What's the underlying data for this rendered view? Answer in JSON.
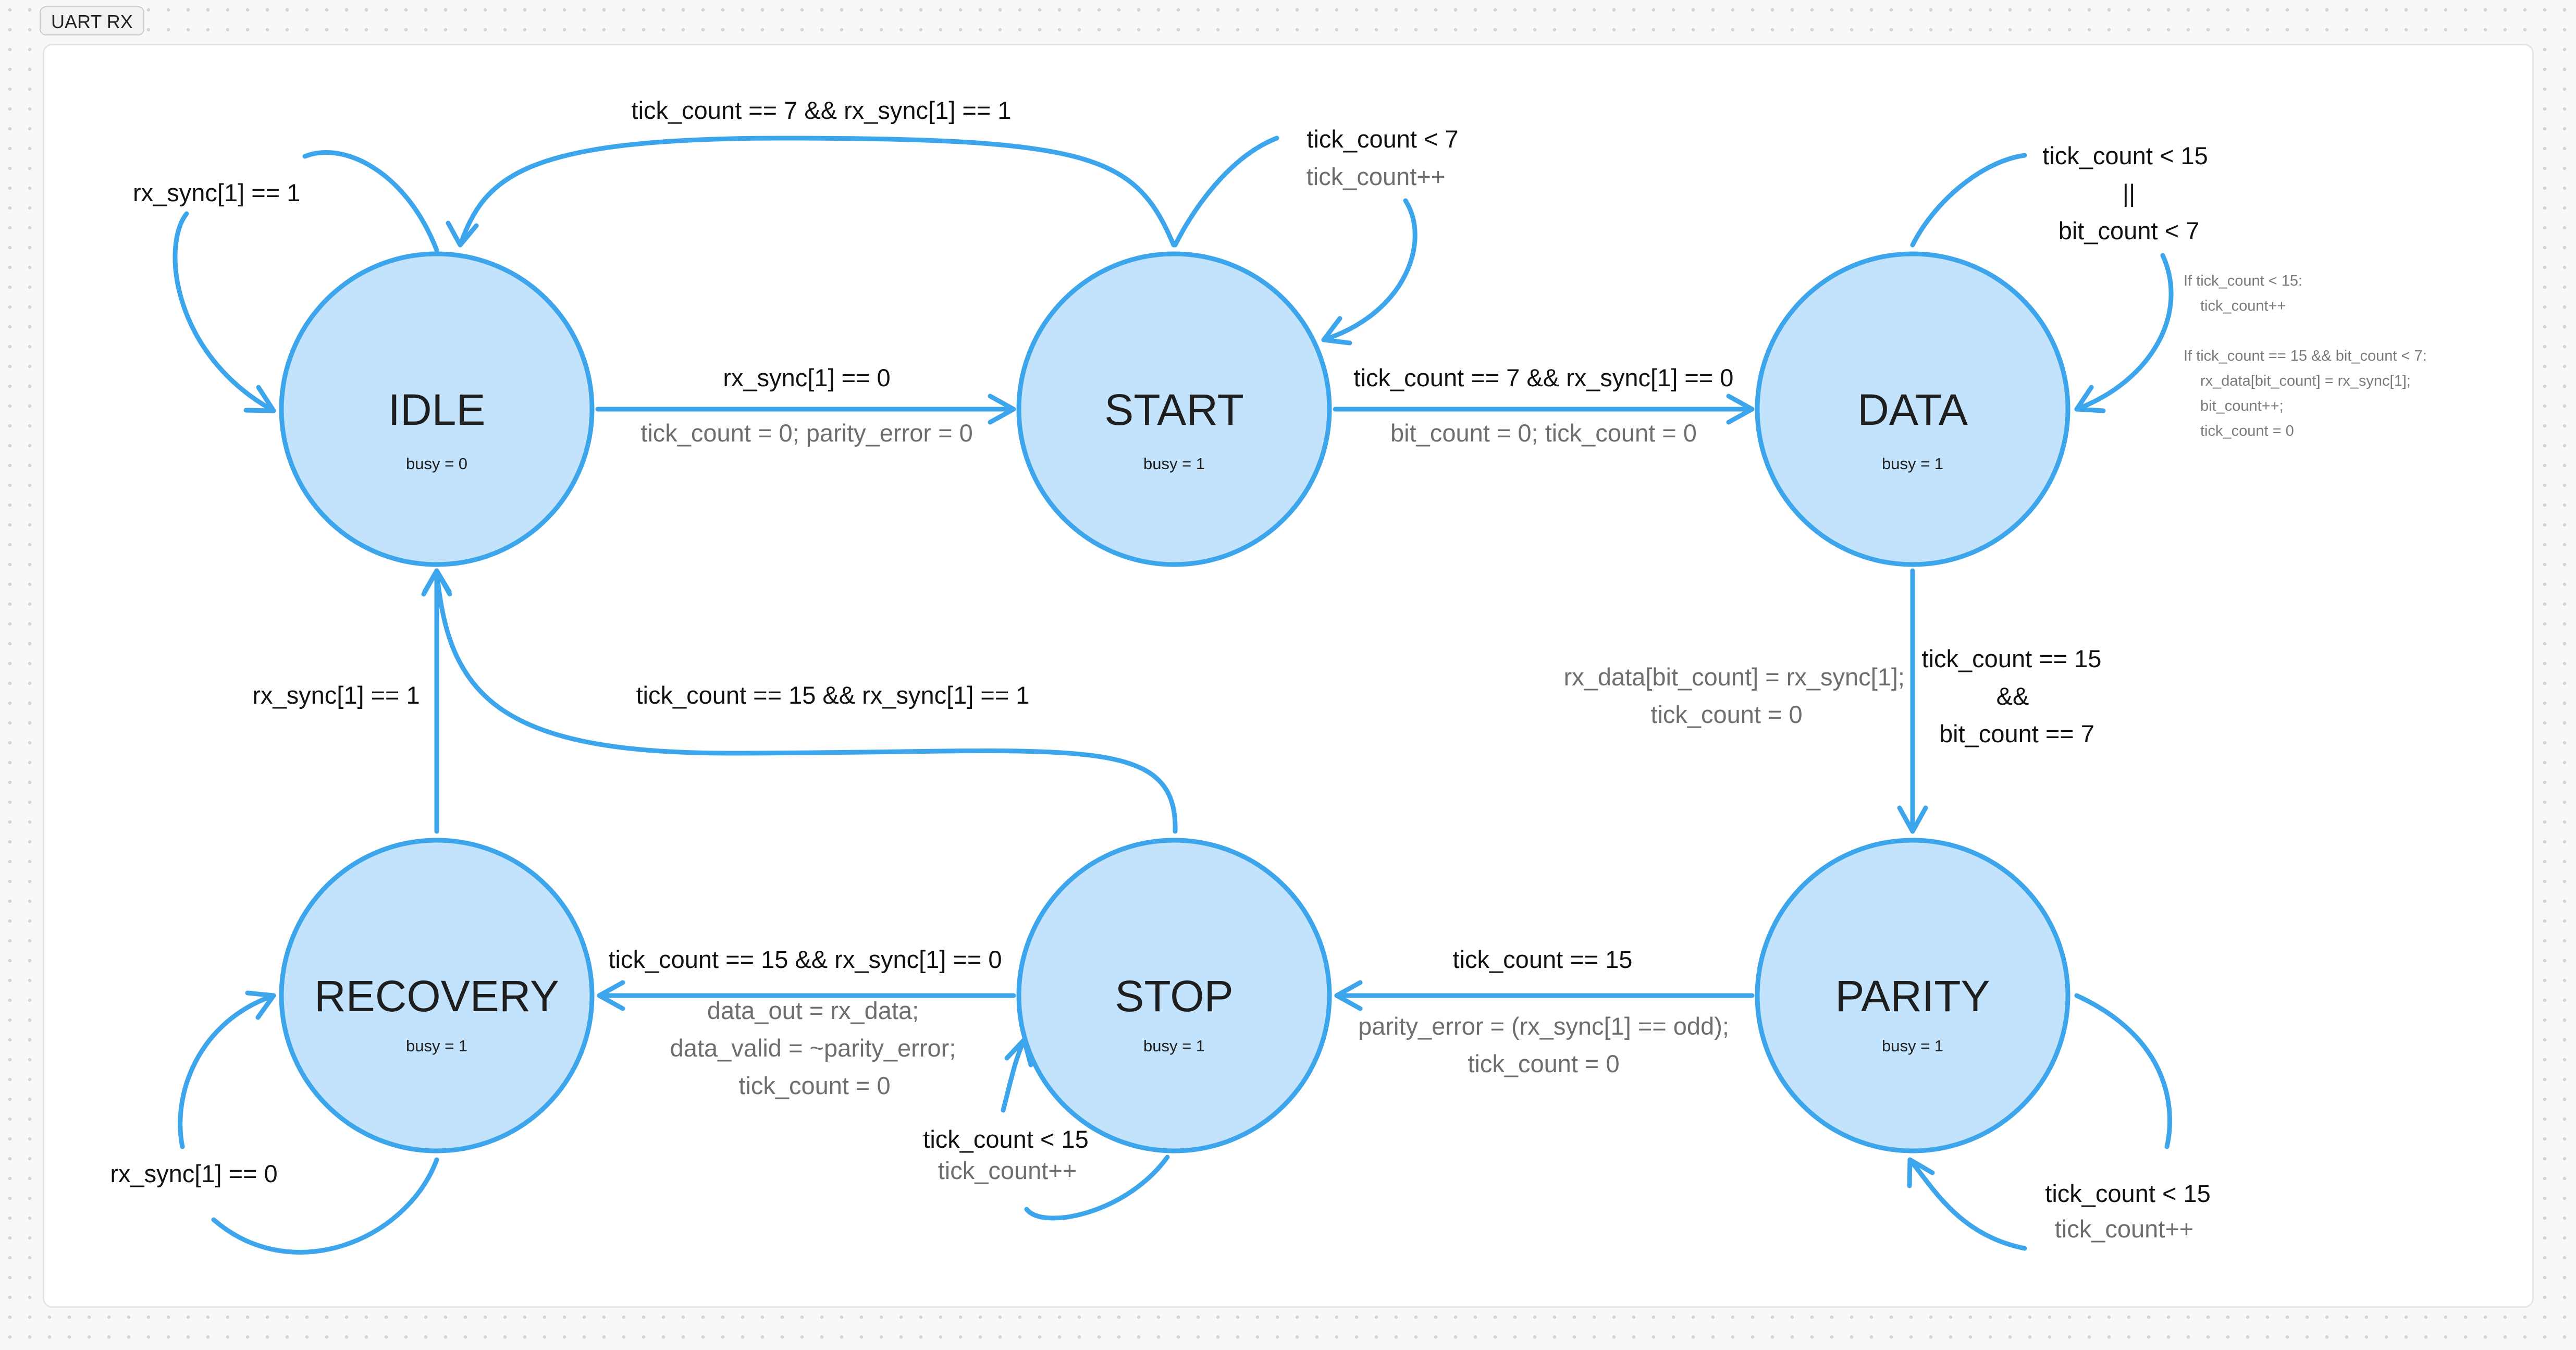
{
  "frame": {
    "label": "UART RX"
  },
  "colors": {
    "node_fill": "#c2e3fb",
    "edge": "#3da5ec",
    "condition_text": "#111111",
    "action_text": "#6e6e6e"
  },
  "nodes": {
    "idle": {
      "name": "IDLE",
      "busy": "busy = 0"
    },
    "start": {
      "name": "START",
      "busy": "busy = 1"
    },
    "data": {
      "name": "DATA",
      "busy": "busy = 1"
    },
    "parity": {
      "name": "PARITY",
      "busy": "busy = 1"
    },
    "stop": {
      "name": "STOP",
      "busy": "busy = 1"
    },
    "recovery": {
      "name": "RECOVERY",
      "busy": "busy = 1"
    }
  },
  "transitions": {
    "idle_self": {
      "condition": "rx_sync[1] == 1"
    },
    "idle_start": {
      "condition": "rx_sync[1] == 0",
      "action": "tick_count = 0; parity_error = 0"
    },
    "start_idle": {
      "condition": "tick_count == 7 && rx_sync[1] == 1"
    },
    "start_self": {
      "condition": "tick_count < 7",
      "action": "tick_count++"
    },
    "start_data": {
      "condition": "tick_count == 7 && rx_sync[1] == 0",
      "action": "bit_count = 0; tick_count = 0"
    },
    "data_self": {
      "condition_line1": "tick_count < 15",
      "condition_line2": "||",
      "condition_line3": "bit_count < 7"
    },
    "data_parity": {
      "condition_line1": "tick_count == 15",
      "condition_line2": "&&",
      "condition_line3": "bit_count == 7",
      "action_line1": "rx_data[bit_count] = rx_sync[1];",
      "action_line2": "tick_count = 0"
    },
    "parity_self": {
      "condition": "tick_count < 15",
      "action": "tick_count++"
    },
    "parity_stop": {
      "condition": "tick_count == 15",
      "action_line1": "parity_error = (rx_sync[1] == odd);",
      "action_line2": "tick_count = 0"
    },
    "stop_self": {
      "condition": "tick_count < 15",
      "action": "tick_count++"
    },
    "stop_idle": {
      "condition": "tick_count == 15 && rx_sync[1] == 1"
    },
    "stop_recovery": {
      "condition": "tick_count == 15 && rx_sync[1] == 0",
      "action_line1": "data_out = rx_data;",
      "action_line2": "data_valid = ~parity_error;",
      "action_line3": "tick_count = 0"
    },
    "recovery_idle": {
      "condition": "rx_sync[1] == 1"
    },
    "recovery_self": {
      "condition": "rx_sync[1] == 0"
    }
  },
  "data_note": {
    "line1": "If tick_count < 15:",
    "line2": "tick_count++",
    "line3": "If tick_count == 15 && bit_count < 7:",
    "line4": "rx_data[bit_count] = rx_sync[1];",
    "line5": "bit_count++;",
    "line6": "tick_count = 0"
  }
}
